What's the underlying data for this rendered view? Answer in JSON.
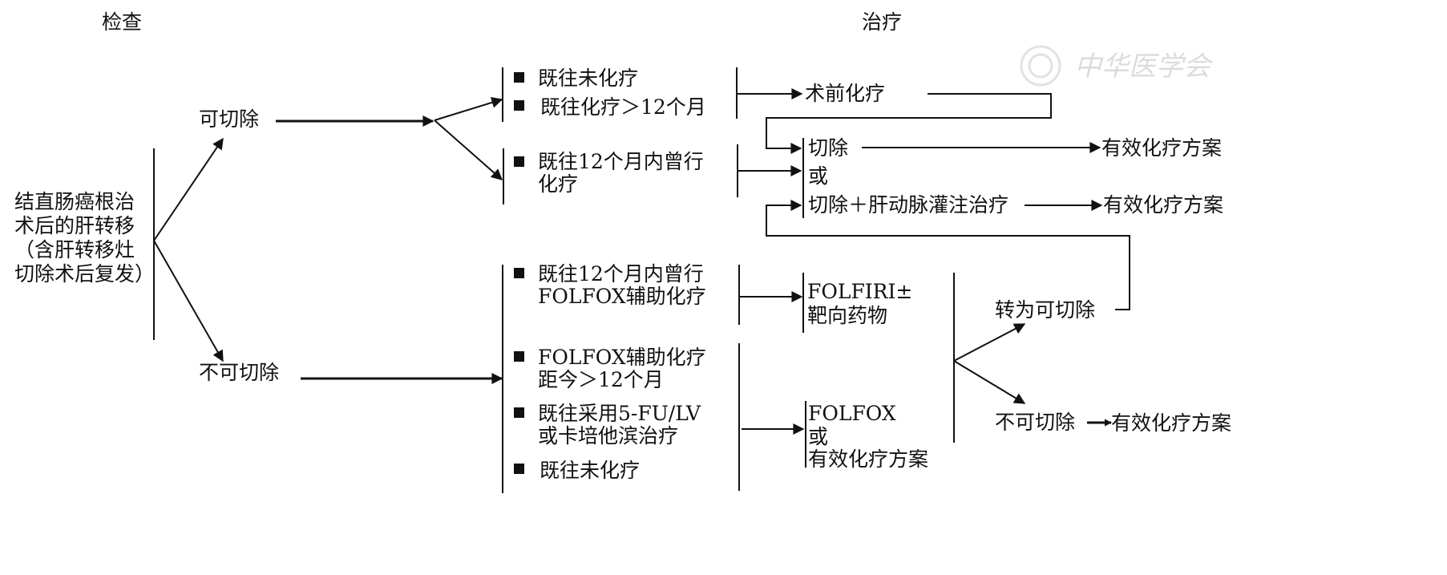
{
  "headers": {
    "exam": "检查",
    "treatment": "治疗"
  },
  "root": {
    "lines": [
      "结直肠癌根治",
      "术后的肝转移",
      "（含肝转移灶",
      "切除术后复发）"
    ]
  },
  "branches": {
    "resectable": "可切除",
    "unresectable": "不可切除"
  },
  "resectable_groups": {
    "group1": {
      "items": [
        "既往未化疗",
        "既往化疗＞12个月"
      ]
    },
    "group2": {
      "items": [
        [
          "既往12个月内曾行",
          "化疗"
        ]
      ]
    }
  },
  "unresectable_groups": {
    "group1": {
      "items": [
        [
          "既往12个月内曾行",
          "FOLFOX辅助化疗"
        ]
      ]
    },
    "group2": {
      "items": [
        [
          "FOLFOX辅助化疗",
          "距今＞12个月"
        ],
        [
          "既往采用5-FU/LV",
          "或卡培他滨治疗"
        ],
        [
          "既往未化疗"
        ]
      ]
    }
  },
  "treatments": {
    "preop": "术前化疗",
    "resection": "切除",
    "or": "或",
    "resection_hai": "切除＋肝动脉灌注治疗",
    "effective_1": "有效化疗方案",
    "effective_2": "有效化疗方案",
    "folfiri": [
      "FOLFIRI±",
      "靶向药物"
    ],
    "folfox": [
      "FOLFOX",
      "或",
      "有效化疗方案"
    ],
    "converted": "转为可切除",
    "still_unresectable": "不可切除",
    "effective_3": "有效化疗方案"
  },
  "watermark": {
    "text": "中华医学会"
  }
}
